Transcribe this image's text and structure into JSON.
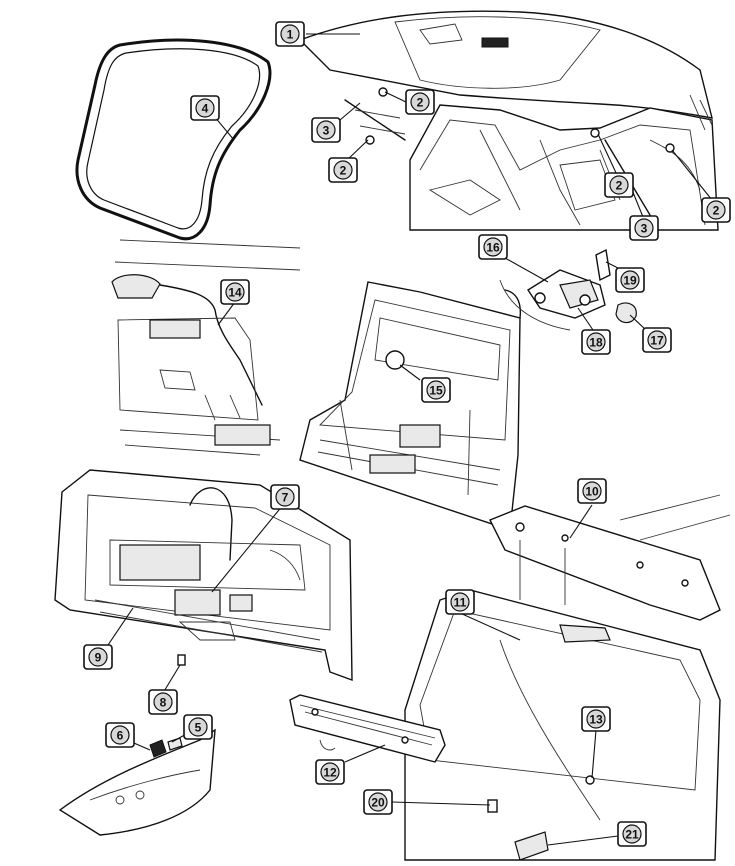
{
  "callouts": [
    {
      "id": "c1",
      "label": "1"
    },
    {
      "id": "c2a",
      "label": "2"
    },
    {
      "id": "c2b",
      "label": "2"
    },
    {
      "id": "c2c",
      "label": "2"
    },
    {
      "id": "c2d",
      "label": "2"
    },
    {
      "id": "c3a",
      "label": "3"
    },
    {
      "id": "c3b",
      "label": "3"
    },
    {
      "id": "c4",
      "label": "4"
    },
    {
      "id": "c5",
      "label": "5"
    },
    {
      "id": "c6",
      "label": "6"
    },
    {
      "id": "c7",
      "label": "7"
    },
    {
      "id": "c8",
      "label": "8"
    },
    {
      "id": "c9",
      "label": "9"
    },
    {
      "id": "c10",
      "label": "10"
    },
    {
      "id": "c11",
      "label": "11"
    },
    {
      "id": "c12",
      "label": "12"
    },
    {
      "id": "c13",
      "label": "13"
    },
    {
      "id": "c14",
      "label": "14"
    },
    {
      "id": "c15",
      "label": "15"
    },
    {
      "id": "c16",
      "label": "16"
    },
    {
      "id": "c17",
      "label": "17"
    },
    {
      "id": "c18",
      "label": "18"
    },
    {
      "id": "c19",
      "label": "19"
    },
    {
      "id": "c20",
      "label": "20"
    },
    {
      "id": "c21",
      "label": "21"
    }
  ]
}
